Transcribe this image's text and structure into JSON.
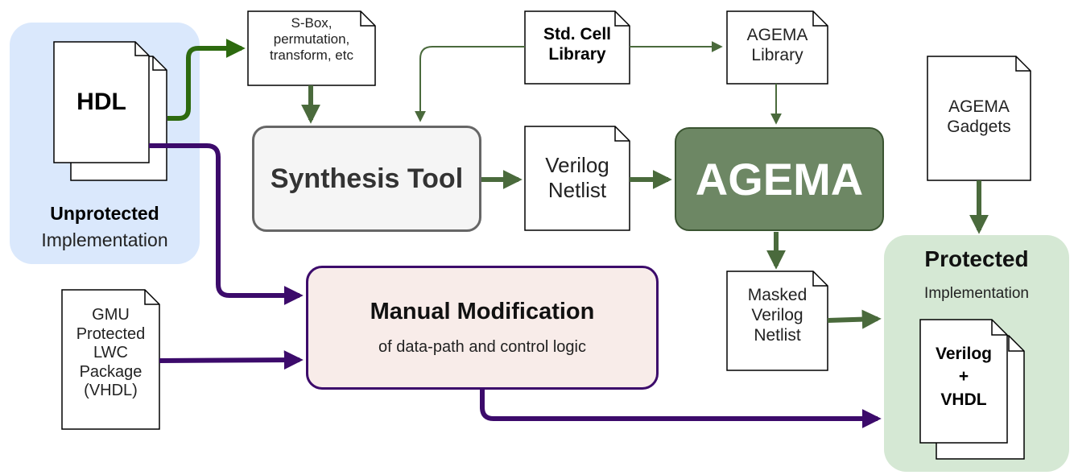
{
  "colors": {
    "unprotected_region": "#dae8fc",
    "protected_region": "#d5e8d4",
    "synthesis_fill": "#f5f5f5",
    "synthesis_stroke": "#666666",
    "agema_fill": "#6d8764",
    "agema_stroke": "#3a5431",
    "manual_fill": "#f8ece9",
    "manual_stroke": "#3c0b6b",
    "arrow_green_dark": "#2d6a0f",
    "arrow_green": "#4a6a3c",
    "arrow_purple": "#3c0b6b"
  },
  "unprotected": {
    "hdl": "HDL",
    "title_bold": "Unprotected",
    "title": "Implementation"
  },
  "sbox_doc": {
    "line1": "S-Box,",
    "line2": "permutation,",
    "line3": "transform, etc"
  },
  "std_cell_doc": {
    "line1": "Std. Cell",
    "line2": "Library"
  },
  "agema_library_doc": {
    "line1": "AGEMA",
    "line2": "Library"
  },
  "agema_gadgets_doc": {
    "line1": "AGEMA",
    "line2": "Gadgets"
  },
  "synthesis_tool": {
    "label": "Synthesis Tool"
  },
  "verilog_netlist_doc": {
    "line1": "Verilog",
    "line2": "Netlist"
  },
  "agema": {
    "label": "AGEMA"
  },
  "masked_netlist_doc": {
    "line1": "Masked",
    "line2": "Verilog",
    "line3": "Netlist"
  },
  "manual_modification": {
    "title": "Manual Modification",
    "subtitle": "of data-path and control logic"
  },
  "gmu_doc": {
    "line1": "GMU",
    "line2": "Protected",
    "line3": "LWC",
    "line4": "Package",
    "line5": "(VHDL)"
  },
  "protected": {
    "title": "Protected",
    "subtitle": "Implementation",
    "doc_line1": "Verilog",
    "doc_line2": "+",
    "doc_line3": "VHDL"
  }
}
